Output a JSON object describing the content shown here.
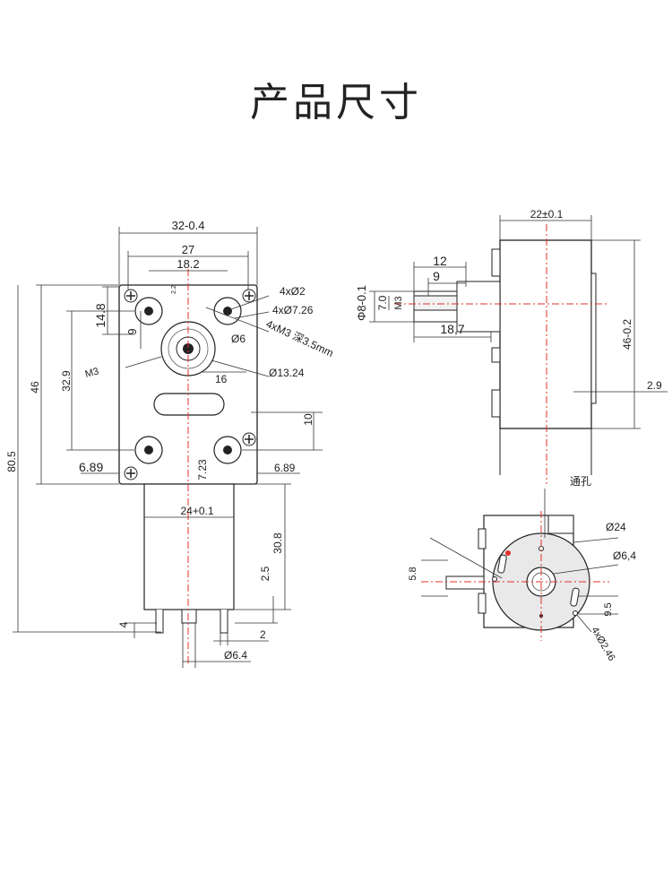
{
  "title": "产品尺寸",
  "front_view": {
    "width_overall": "32-0.4",
    "hole_spacing": "27",
    "inner_spacing": "18.2",
    "small_dim": "2.2",
    "holes_small": "4xØ2",
    "holes_large": "4xØ7.26",
    "thread_holes": "4xM3 深3.5mm",
    "shaft_dia": "Ø6",
    "hub_dia": "Ø13.24",
    "height_upper": "14.8",
    "offset_9": "9",
    "m3_label": "M3",
    "offset_16": "16",
    "height_32_9": "32.9",
    "height_46": "46",
    "total_80_5": "80.5",
    "dim_10": "10",
    "left_6_89": "6.89",
    "right_6_89": "6.89",
    "dim_7_23": "7.23",
    "motor_dia": "24+0.1",
    "motor_len": "30.8",
    "dim_2_5": "2.5",
    "dim_4": "4",
    "dim_2": "2",
    "boss_dia": "Ø6.4"
  },
  "side_view": {
    "depth": "22±0.1",
    "shaft_len_12": "12",
    "shaft_len_9": "9",
    "shaft_dia": "Φ8-0.1",
    "flat_7": "7.0",
    "m3": "M3",
    "dim_18_7": "18,7",
    "height_46": "46-0.2",
    "dim_2_9": "2.9"
  },
  "end_view": {
    "through_hole": "通孔",
    "dia_24": "Ø24",
    "dia_6_4": "Ø6,4",
    "dim_5_8": "5.8",
    "dim_9_5": "9.5",
    "holes": "4xØ2.46"
  }
}
